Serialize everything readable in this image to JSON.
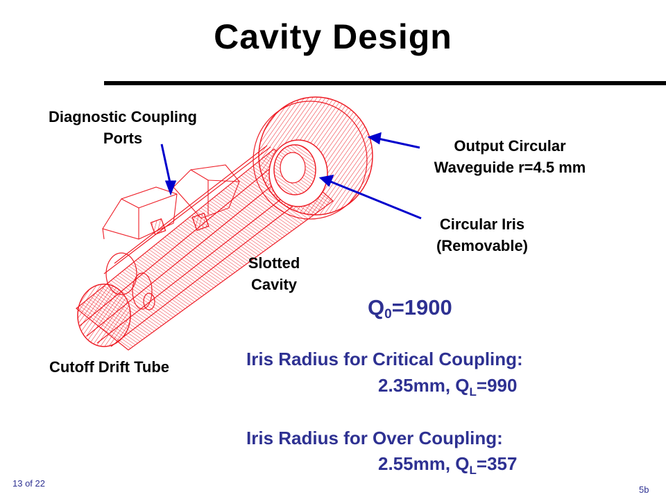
{
  "slide": {
    "title": "Cavity Design",
    "page_number": "13 of 22",
    "slide_code": "5b"
  },
  "labels": {
    "diagnostic_ports_line1": "Diagnostic Coupling",
    "diagnostic_ports_line2": "Ports",
    "output_waveguide_line1": "Output Circular",
    "output_waveguide_line2": "Waveguide r=4.5 mm",
    "circular_iris_line1": "Circular Iris",
    "circular_iris_line2": "(Removable)",
    "slotted_cavity_line1": "Slotted",
    "slotted_cavity_line2": "Cavity",
    "cutoff_drift_tube": "Cutoff Drift Tube"
  },
  "quality": {
    "q0_symbol": "Q",
    "q0_subscript": "0",
    "q0_value": "=1900"
  },
  "iris_results": {
    "critical_heading": "Iris Radius for Critical Coupling:",
    "critical_radius": "2.35mm, Q",
    "critical_q_subscript": "L",
    "critical_q_value": "=990",
    "over_heading": "Iris Radius for Over Coupling:",
    "over_radius": "2.55mm, Q",
    "over_q_subscript": "L",
    "over_q_value": "=357"
  },
  "colors": {
    "wireframe": "#ee1c25",
    "annotation_arrow": "#0000cc",
    "body_text": "#2e3192"
  }
}
